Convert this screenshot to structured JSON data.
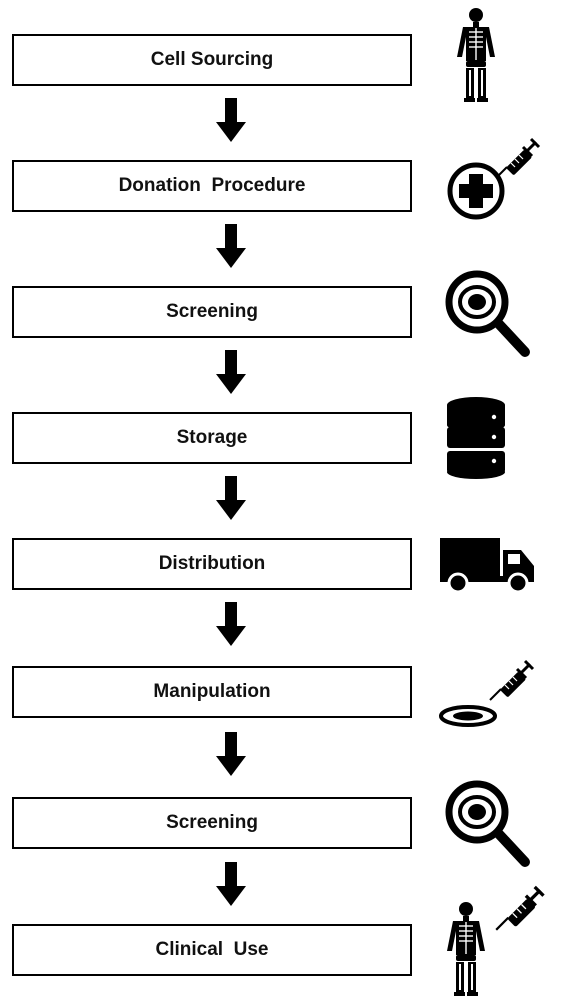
{
  "steps": [
    {
      "label": "Cell Sourcing",
      "icon": "skeleton-icon"
    },
    {
      "label": "Donation  Procedure",
      "icon": "medical-cross-syringe-icon"
    },
    {
      "label": "Screening",
      "icon": "magnifier-cell-icon"
    },
    {
      "label": "Storage",
      "icon": "database-storage-icon"
    },
    {
      "label": "Distribution",
      "icon": "truck-icon"
    },
    {
      "label": "Manipulation",
      "icon": "petri-dish-syringe-icon"
    },
    {
      "label": "Screening",
      "icon": "magnifier-cell-icon"
    },
    {
      "label": "Clinical  Use",
      "icon": "skeleton-syringe-icon"
    }
  ]
}
